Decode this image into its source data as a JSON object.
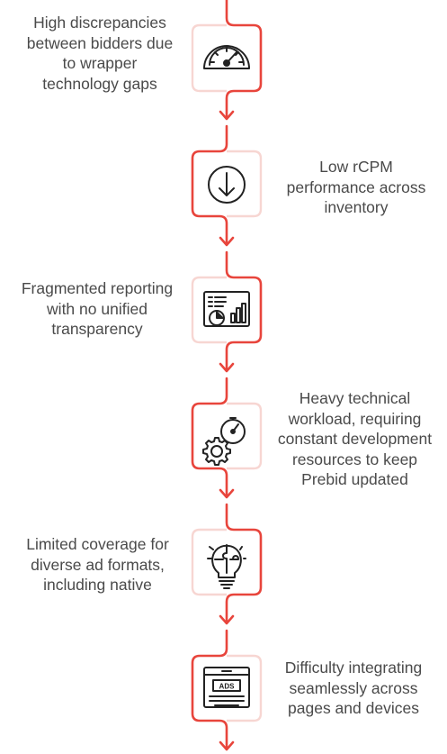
{
  "accent_color": "#e8453c",
  "light_color": "#f7d6d2",
  "steps": [
    {
      "text": "High discrepancies\nbetween bidders due\nto wrapper\ntechnology gaps",
      "icon": "speedometer-icon"
    },
    {
      "text": "Low rCPM\nperformance across\ninventory",
      "icon": "down-arrow-circle-icon"
    },
    {
      "text": "Fragmented reporting\nwith no unified\ntransparency",
      "icon": "dashboard-report-icon"
    },
    {
      "text": "Heavy technical\nworkload, requiring\nconstant development\nresources to keep\nPrebid updated",
      "icon": "gear-gauge-icon"
    },
    {
      "text": "Limited coverage for\ndiverse ad formats,\nincluding native",
      "icon": "puzzle-bulb-icon"
    },
    {
      "text": "Difficulty integrating\nseamlessly across\npages and devices",
      "icon": "ads-screen-icon"
    },
    {
      "text": "",
      "icon": "ads-screen-icon"
    }
  ],
  "ads_label": "ADS"
}
